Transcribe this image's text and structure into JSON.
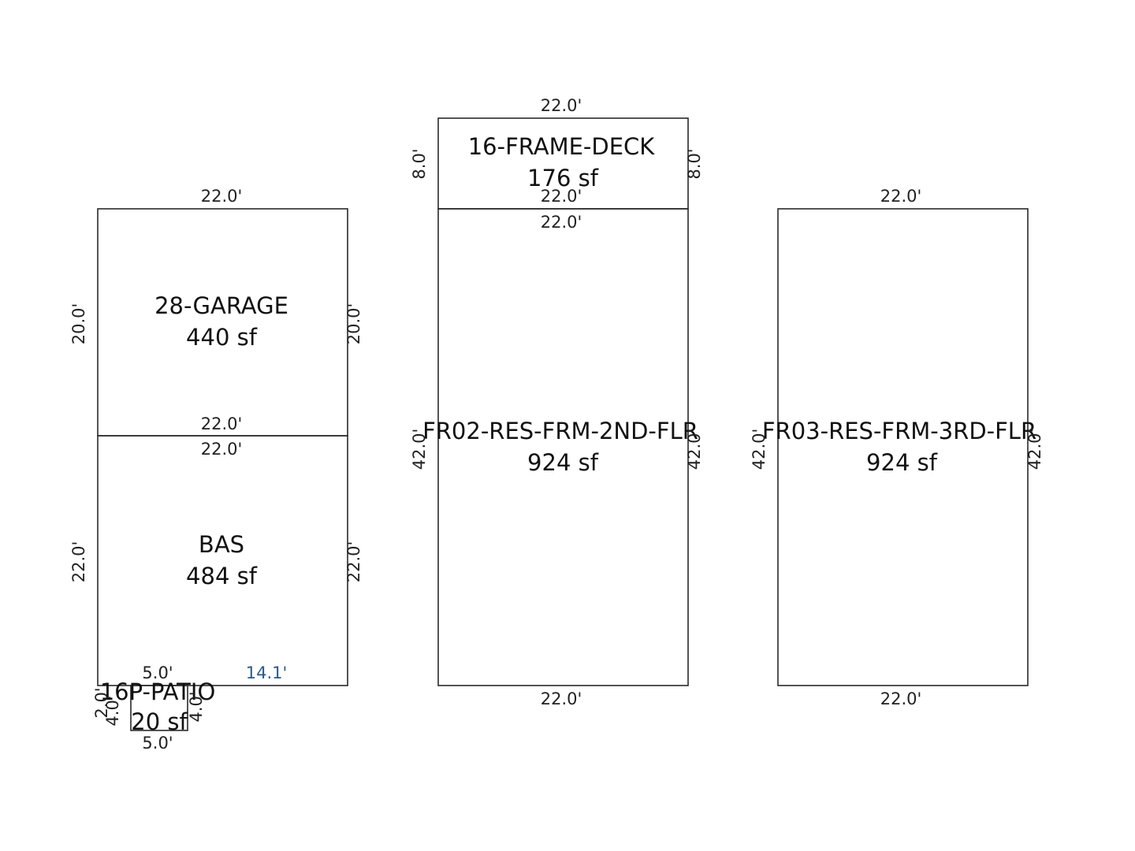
{
  "colors": {
    "line": "#2a2a2a",
    "text": "#111111",
    "accent_dimension": "#2a5a8a"
  },
  "areas": {
    "garage": {
      "name": "28-GARAGE",
      "size": "440 sf",
      "dims": {
        "top": "22.0'",
        "bottom": "22.0'",
        "left": "20.0'",
        "right": "20.0'"
      }
    },
    "bas": {
      "name": "BAS",
      "size": "484 sf",
      "dims": {
        "top": "22.0'",
        "left": "22.0'",
        "right": "22.0'",
        "bottom_left": "5.0'",
        "bottom_right": "14.1'"
      }
    },
    "patio": {
      "name": "16P-PATIO",
      "size": "20 sf",
      "dims": {
        "bottom": "5.0'",
        "left_outer": "2.0'",
        "left": "4.0'",
        "right": "4.0'"
      }
    },
    "deck": {
      "name": "16-FRAME-DECK",
      "size": "176 sf",
      "dims": {
        "top": "22.0'",
        "bottom": "22.0'",
        "left": "8.0'",
        "right": "8.0'"
      }
    },
    "second_floor": {
      "name": "FR02-RES-FRM-2ND-FLR",
      "size": "924 sf",
      "dims": {
        "top": "22.0'",
        "bottom": "22.0'",
        "left": "42.0'",
        "right": "42.0'"
      }
    },
    "third_floor": {
      "name": "FR03-RES-FRM-3RD-FLR",
      "size": "924 sf",
      "dims": {
        "top": "22.0'",
        "bottom": "22.0'",
        "left": "42.0'",
        "right": "42.0'"
      }
    }
  }
}
